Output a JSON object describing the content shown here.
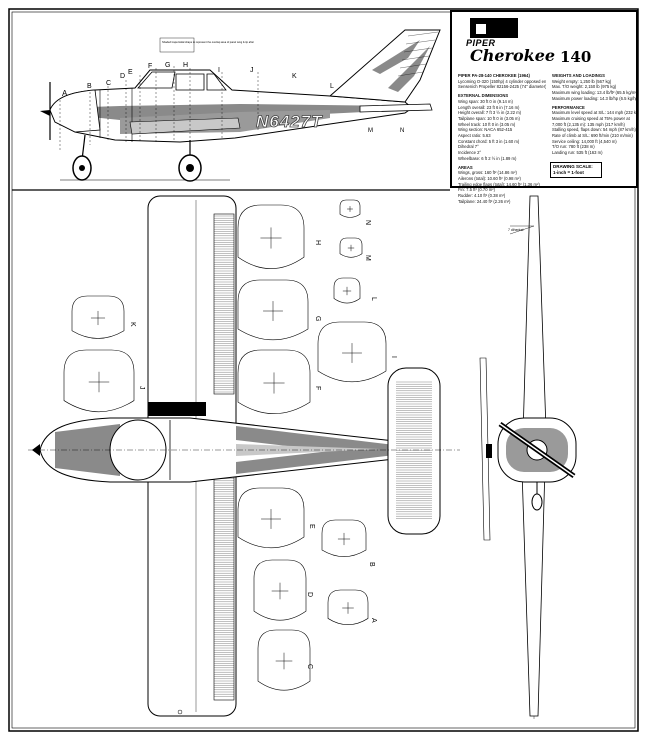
{
  "title_block": {
    "brand": "PIPER",
    "model": "Cherokee",
    "model_number": "140",
    "left_column": [
      {
        "head": true,
        "text": "PIPER PA-28-140 CHEROKEE (1964)"
      },
      {
        "text": "Lycoming O-320 (150hp) 4 cylinder opposed engine"
      },
      {
        "text": "Sensenich Propeller 82156-2425 (74\" diameter)"
      },
      {
        "head": true,
        "text": "EXTERNAL DIMENSIONS"
      },
      {
        "text": "Wing span: 30 ft 0 in (9.14 m)"
      },
      {
        "text": "Length overall: 23 ft 6 in (7.16 m)"
      },
      {
        "text": "Height overall: 7 ft 3 ½ in (2.22 m)"
      },
      {
        "text": "Tailplane span: 10 ft 0 in (3.05 m)"
      },
      {
        "text": "Wheel track: 10 ft 0 in (3.05 m)"
      },
      {
        "text": "Wing section: NACA 652-415"
      },
      {
        "text": "Aspect ratio: 5.63"
      },
      {
        "text": "Constant chord: 5 ft 3 in (1.60 m)"
      },
      {
        "text": "Dihedral 7°"
      },
      {
        "text": "Incidence 2°"
      },
      {
        "text": "Wheelbase: 6 ft 2 ½ in (1.89 m)"
      },
      {
        "head": true,
        "text": "AREAS"
      },
      {
        "text": "Wings, gross: 160 ft² (14.86 m²)"
      },
      {
        "text": "Ailerons (total): 10.60 ft² (0.98 m²)"
      },
      {
        "text": "Trailing edge flaps (total): 14.60 ft² (1.36 m²)"
      },
      {
        "text": "Fin: 7.5 ft² (0.70 m²)"
      },
      {
        "text": "Rudder: 4.10 ft² (0.38 m²)"
      },
      {
        "text": "Tailplane: 24.40 ft² (2.26 m²)"
      }
    ],
    "right_column": [
      {
        "head": true,
        "text": "WEIGHTS AND LOADINGS"
      },
      {
        "text": "Weight empty: 1,250 lb (567 kg)"
      },
      {
        "text": "Max. T/O weight: 2,150 lb (975 kg)"
      },
      {
        "text": "Maximum wing loading: 13.4 lb/ft² (65.5 kg/m²)"
      },
      {
        "text": "Maximum power loading: 14.3 lb/hp (6.5 kg/hp)"
      },
      {
        "head": true,
        "text": "PERFORMANCE"
      },
      {
        "text": "Maximum level speed at S/L: 144 mph (232 km/h)"
      },
      {
        "text": "Maximum cruising speed at 75% power at"
      },
      {
        "text": "7,000 ft (2,135 m): 135 mph (217 km/h)"
      },
      {
        "text": "Stalling speed, flaps down: 54 mph (87 km/h)"
      },
      {
        "text": "Rate of climb at S/L: 690 ft/min (210 m/min)"
      },
      {
        "text": "Service ceiling: 14,000 ft (4,540 m)"
      },
      {
        "text": "T/O run: 780 ft (238 m)"
      },
      {
        "text": "Landing run: 535 ft (163 m)"
      }
    ],
    "scale_label": "DRAWING SCALE:",
    "scale_value": "1-inch = 1-foot"
  },
  "side_view": {
    "registration": "N6427T",
    "station_letters": [
      "A",
      "B",
      "C",
      "D",
      "E",
      "F",
      "G",
      "H",
      "I",
      "J",
      "K",
      "L",
      "M",
      "N"
    ],
    "note": "Shaded trapezoidal shape to represent the overlap area of panel wing & tip after"
  },
  "rib_labels": [
    "H",
    "N",
    "O",
    "M",
    "G",
    "L",
    "K",
    "F",
    "I",
    "J",
    "E",
    "B",
    "D",
    "A",
    "C"
  ],
  "front_view": {
    "dim_label": "7 dihedral"
  },
  "colors": {
    "ink": "#000000",
    "fuselage_gray": "#8a8a8a",
    "light_gray": "#c8c8c8",
    "shade": "#bdbdbd"
  }
}
